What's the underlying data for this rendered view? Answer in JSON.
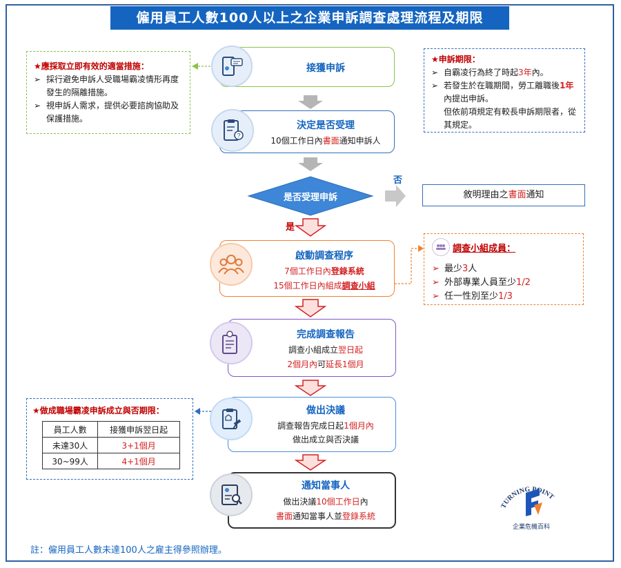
{
  "title": "僱用員工人數100人以上之企業申訴調查處理流程及期限",
  "steps": {
    "receive": {
      "title": "接獲申訴"
    },
    "decide": {
      "title": "決定是否受理",
      "line1_a": "10個工作日內",
      "line1_b": "書面",
      "line1_c": "通知申訴人"
    },
    "decision": {
      "label": "是否受理申訴",
      "no": "否",
      "yes": "是"
    },
    "reject": {
      "a": "敘明理由之",
      "b": "書面",
      "c": "通知"
    },
    "start": {
      "title": "啟動調查程序",
      "l1_a": "7個工作日內",
      "l1_b": "登錄系統",
      "l2_a": "15個工作日內組成",
      "l2_b": "調查小組"
    },
    "report": {
      "title": "完成調查報告",
      "l1_a": "調查小組成立",
      "l1_b": "翌日起",
      "l2_a": "2個月內",
      "l2_b": "可",
      "l2_c": "延長1個月"
    },
    "resolve": {
      "title": "做出決議",
      "l1_a": "調查報告完成日起",
      "l1_b": "1個月內",
      "l2": "做出成立與否決議"
    },
    "notify": {
      "title": "通知當事人",
      "l1_a": "做出決議",
      "l1_b": "10個工作日",
      "l1_c": "內",
      "l2_a": "書面",
      "l2_b": "通知當事人並",
      "l2_c": "登錄系統"
    }
  },
  "left_note": {
    "head": "★應採取立即有效的適當措施：",
    "items": [
      "採行避免申訴人受職場霸凌情形再度發生的隔離措施。",
      "視申訴人需求，提供必要諮詢協助及保護措施。"
    ]
  },
  "right_note": {
    "head": "★申訴期限：",
    "i1_a": "自霸凌行為終了時起",
    "i1_b": "3年",
    "i1_c": "內。",
    "i2_a": "若發生於在職期間，勞工離職後",
    "i2_b": "1年",
    "i2_c": "內提出申訴。",
    "tail": "但依前項規定有較長申訴期限者，從其規定。"
  },
  "panel": {
    "head": "調查小組成員：",
    "i1_a": "最少",
    "i1_b": "3",
    "i1_c": "人",
    "i2_a": "外部專業人員至少",
    "i2_b": "1/2",
    "i3_a": "任一性別至少",
    "i3_b": "1/3"
  },
  "deadline_table": {
    "head": "★做成職場霸凌申訴成立與否期限：",
    "columns": [
      "員工人數",
      "接獲申訴翌日起"
    ],
    "rows": [
      [
        "未達30人",
        "3+1個月"
      ],
      [
        "30~99人",
        "4+1個月"
      ]
    ]
  },
  "logo": {
    "text": "TURNING POINT",
    "sub": "企業危機百科"
  },
  "footnote": "註：僱用員工人數未達100人之雇主得參照辦理。",
  "colors": {
    "blue": "#1565c0",
    "red": "#d32020",
    "green": "#8bc34a",
    "orange": "#f08030",
    "dark": "#333333"
  }
}
